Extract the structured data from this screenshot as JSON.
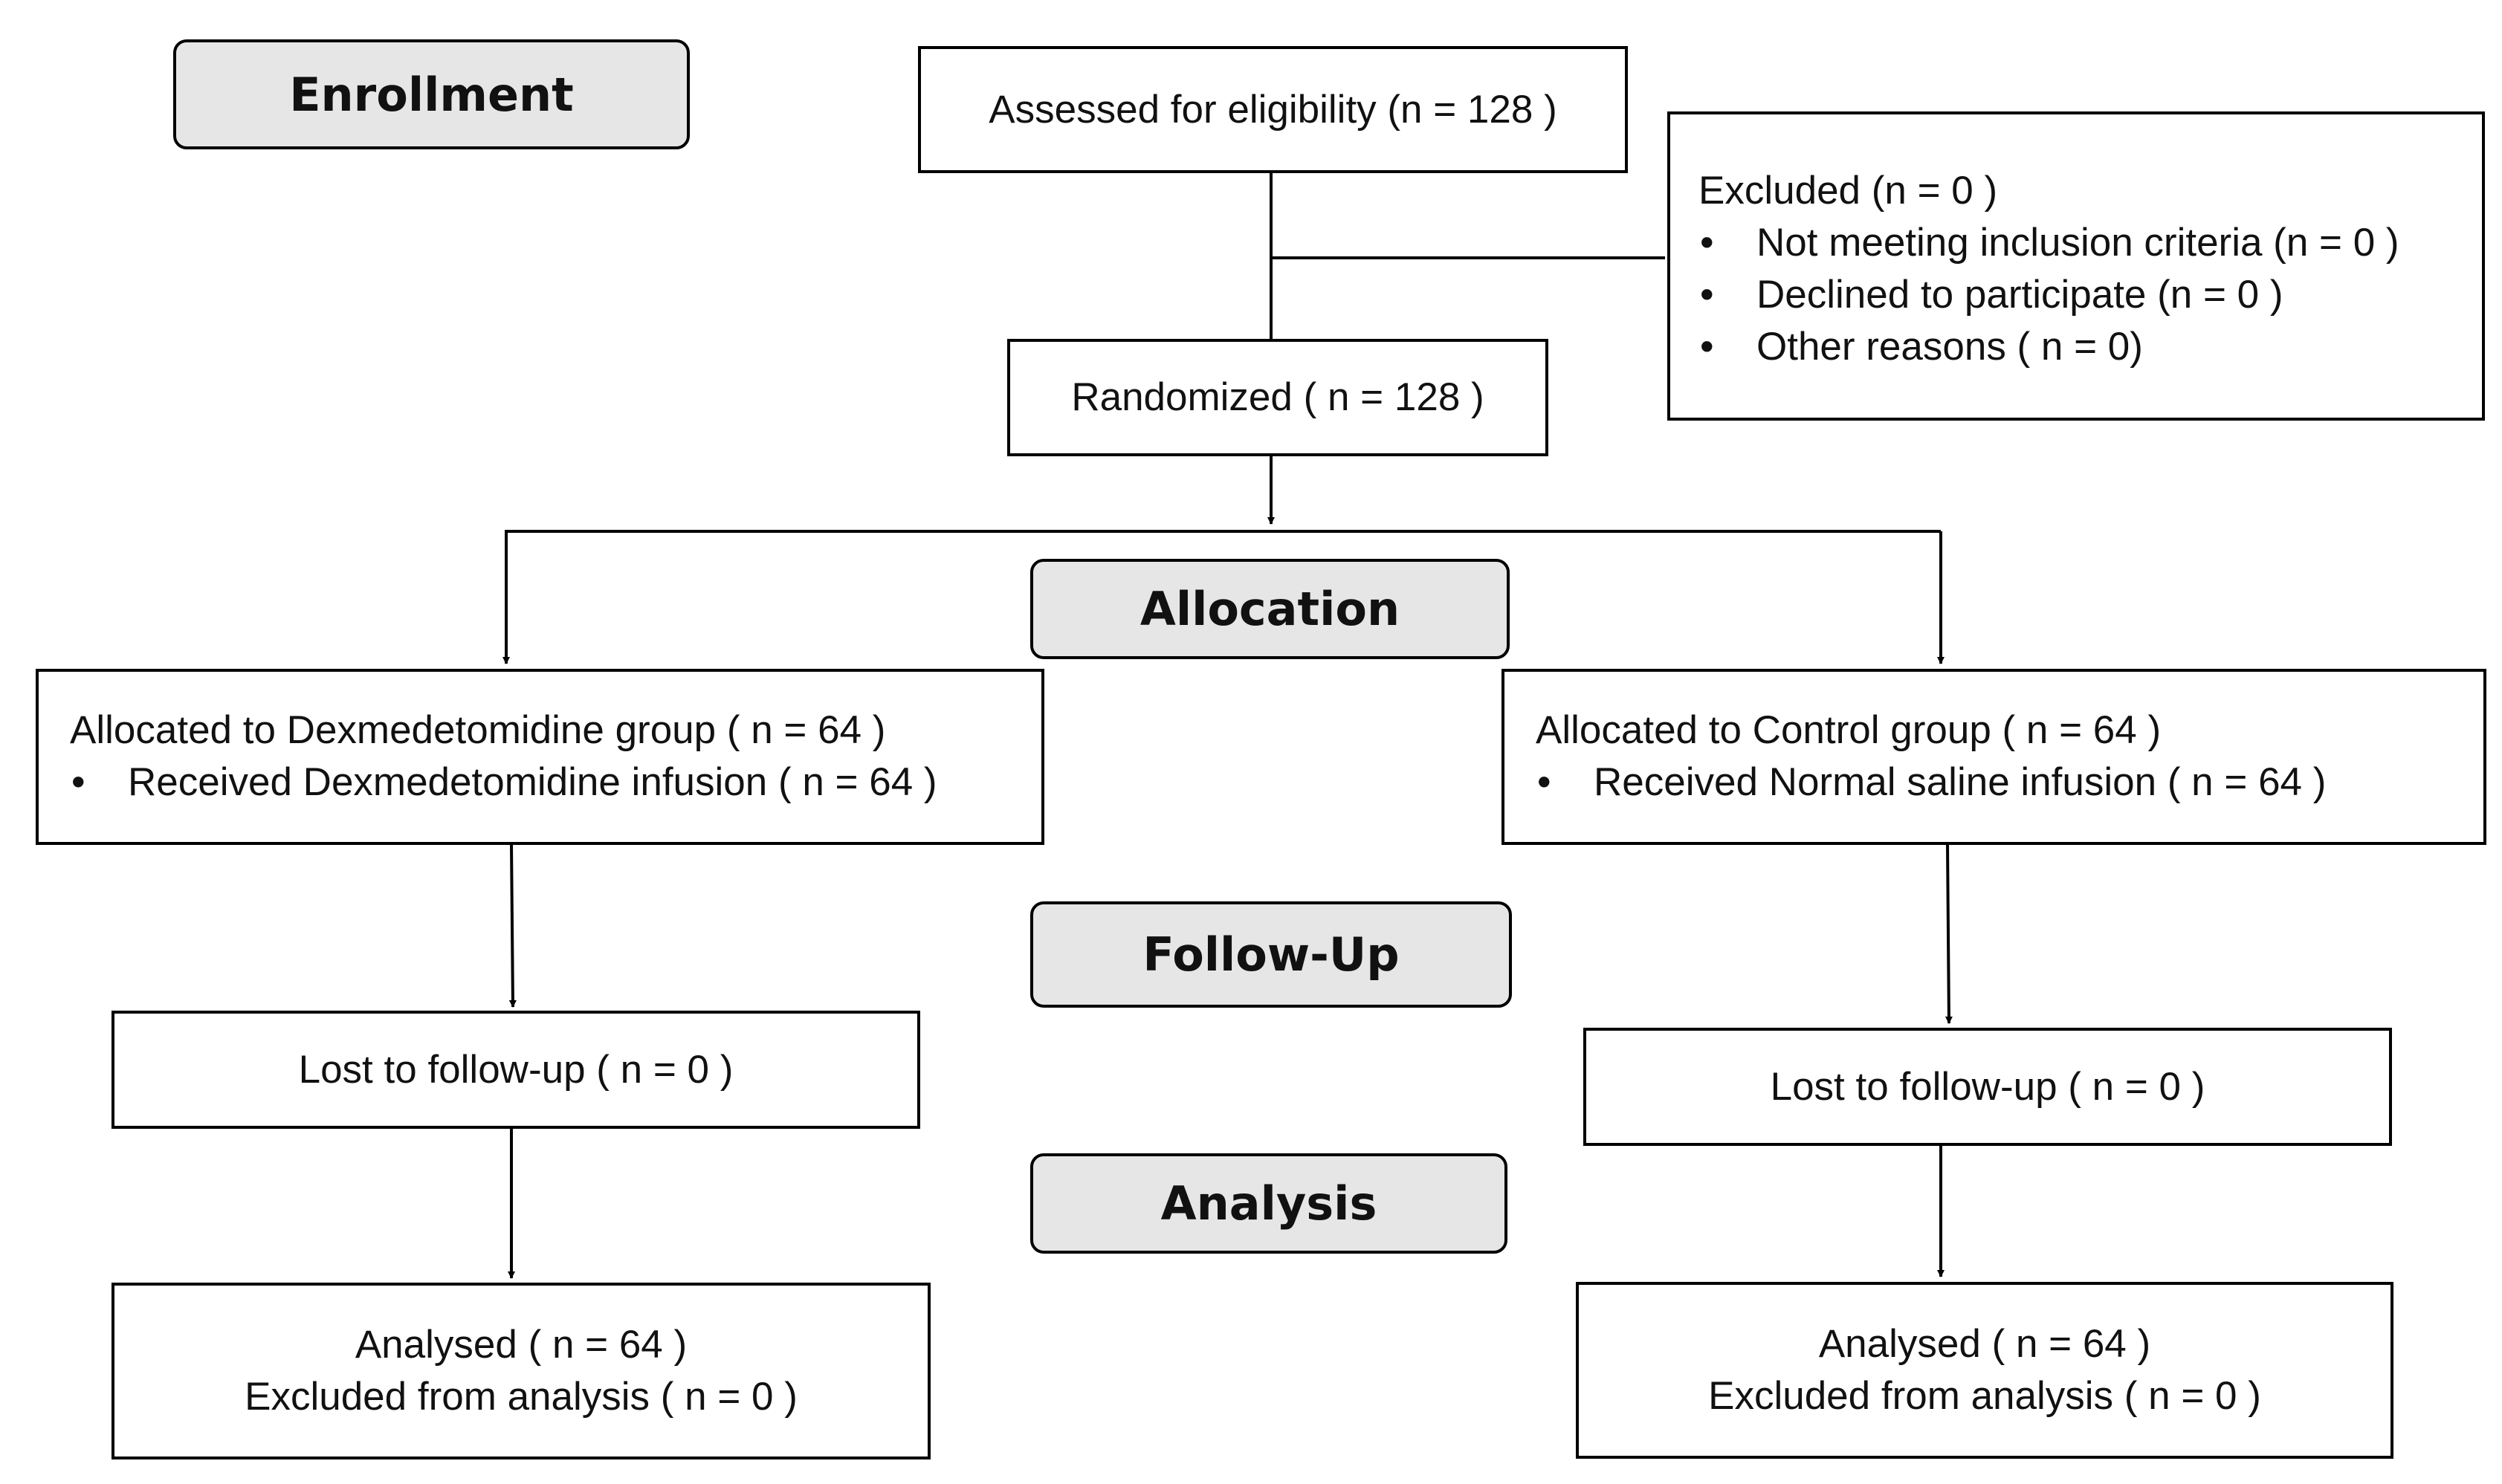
{
  "stages": {
    "enrollment": "Enrollment",
    "allocation": "Allocation",
    "follow_up": "Follow-Up",
    "analysis": "Analysis"
  },
  "assessed": "Assessed for eligibility (n = 128 )",
  "excluded": {
    "title": "Excluded (n = 0 )",
    "items": [
      "Not meeting inclusion criteria (n = 0 )",
      "Declined to participate (n = 0 )",
      "Other reasons ( n = 0)"
    ]
  },
  "randomized": "Randomized ( n = 128 )",
  "left_arm": {
    "allocated": "Allocated to Dexmedetomidine group ( n = 64 )",
    "received": "Received Dexmedetomidine infusion ( n = 64 )",
    "lost": "Lost to follow-up  ( n = 0 )",
    "analysed": "Analysed  ( n = 64 )",
    "excluded_analysis": "Excluded from analysis ( n = 0 )"
  },
  "right_arm": {
    "allocated": "Allocated to Control group ( n = 64 )",
    "received": "Received Normal saline infusion ( n = 64 )",
    "lost": "Lost to follow-up  ( n = 0 )",
    "analysed": "Analysed  ( n = 64 )",
    "excluded_analysis": "Excluded from analysis ( n = 0 )"
  }
}
